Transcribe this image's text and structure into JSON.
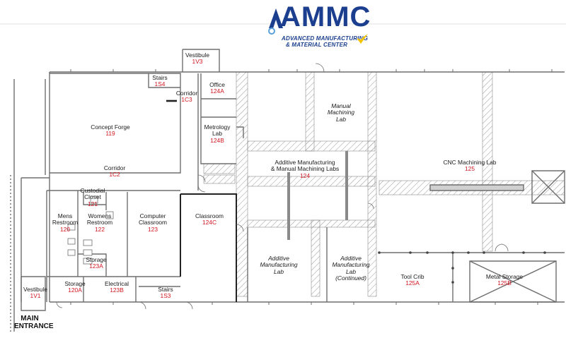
{
  "logo": {
    "wordmark": "AMMC",
    "tagline1": "ADVANCED MANUFACTURING",
    "tagline2": "& MATERIAL CENTER",
    "brand_color": "#1b3f8e",
    "accent_color": "#f5c400",
    "icons": [
      "drill-figure-icon",
      "gear-icon",
      "checkmark-icon"
    ]
  },
  "entrance": {
    "line1": "MAIN",
    "line2": "ENTRANCE"
  },
  "colors": {
    "wall": "#6e6e6e",
    "room_number": "#d0141e",
    "label": "#1a1a1a",
    "hatch": "#9a9a9a"
  },
  "rooms": {
    "vestibule_1v3": {
      "name": "Vestibule",
      "number": "1V3"
    },
    "stairs_1s4": {
      "name": "Stairs",
      "number": "1S4"
    },
    "corridor_1c3": {
      "name": "Corridor",
      "number": "1C3"
    },
    "office_124a": {
      "name": "Office",
      "number": "124A"
    },
    "metrology_124b": {
      "name1": "Metrology",
      "name2": "Lab",
      "number": "124B"
    },
    "manual_machining": {
      "name1": "Manual",
      "name2": "Machining",
      "name3": "Lab"
    },
    "concept_forge": {
      "name": "Concept Forge",
      "number": "119"
    },
    "additive_manual_124": {
      "name1": "Additive Manufacturing",
      "name2": "& Manual Machining Labs",
      "number": "124"
    },
    "cnc_125": {
      "name": "CNC Machining Lab",
      "number": "125"
    },
    "corridor_1c2": {
      "name": "Corridor",
      "number": "1C2"
    },
    "custodial_121": {
      "name1": "Custodial",
      "name2": "Closet",
      "number": "121"
    },
    "mens_120": {
      "name1": "Mens",
      "name2": "Restroom",
      "number": "120"
    },
    "womens_122": {
      "name1": "Womens",
      "name2": "Restroom",
      "number": "122"
    },
    "computer_123": {
      "name1": "Computer",
      "name2": "Classroom",
      "number": "123"
    },
    "classroom_124c": {
      "name": "Classroom",
      "number": "124C"
    },
    "storage_123a": {
      "name": "Storage",
      "number": "123A"
    },
    "additive_lab": {
      "name1": "Additive",
      "name2": "Manufacturing",
      "name3": "Lab"
    },
    "additive_lab_cont": {
      "name1": "Additive",
      "name2": "Manufacturing",
      "name3": "Lab",
      "name4": "(Continued)"
    },
    "tool_crib_125a": {
      "name": "Tool Crib",
      "number": "125A"
    },
    "metal_storage_125b": {
      "name": "Metal Storage",
      "number": "125B"
    },
    "vestibule_1v1": {
      "name": "Vestibule",
      "number": "1V1"
    },
    "storage_120a": {
      "name": "Storage",
      "number": "120A"
    },
    "electrical_123b": {
      "name": "Electrical",
      "number": "123B"
    },
    "stairs_1s3": {
      "name": "Stairs",
      "number": "1S3"
    }
  }
}
